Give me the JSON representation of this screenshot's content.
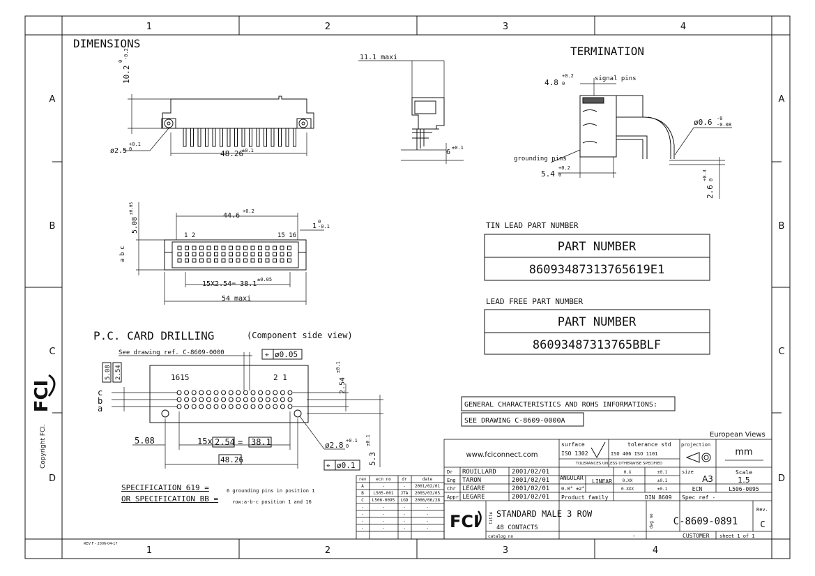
{
  "frame": {
    "col_labels": [
      "1",
      "2",
      "3",
      "4"
    ],
    "row_labels": [
      "A",
      "B",
      "C",
      "D"
    ],
    "bottom_col_labels": [
      "1",
      "2",
      "3",
      "4"
    ],
    "rev_note": "REV F - 2006-04-17",
    "copyright": "Copyright FCI."
  },
  "dimensions": {
    "title": "DIMENSIONS",
    "h1": "10.2",
    "h1_tol_up": "0",
    "h1_tol_dn": "-0.2",
    "hole_dia": "ø2.5",
    "hole_tol_up": "+0.1",
    "hole_tol_dn": "0",
    "width": "48.26",
    "width_tol": "±0.1",
    "maxi": "11.1 maxi",
    "pin_len": "6",
    "pin_tol": "±0.1",
    "top_dim": "44.6",
    "top_tol": "+0.2",
    "left_h": "5.08",
    "left_h_tol": "±0.05",
    "off1": "1",
    "off1_up": "0",
    "off1_dn": "-0.1",
    "pins_lr": "1 2",
    "pins_rr": "15 16",
    "rows_cba": [
      "c",
      "b",
      "a"
    ],
    "pitch": "15X2.54= 38.1",
    "pitch_tol": "±0.05",
    "overall": "54 maxi"
  },
  "termination": {
    "title": "TERMINATION",
    "sig_dim": "4.8",
    "sig_up": "+0.2",
    "sig_dn": "0",
    "sig_label": "signal pins",
    "dia": "ø0.6",
    "dia_up": "-0",
    "dia_dn": "-0.08",
    "gnd_label": "grounding pins",
    "gnd_dim": "5.4",
    "gnd_up": "+0.2",
    "gnd_dn": "0",
    "h": "2.6",
    "h_up": "+0.3",
    "h_dn": "0"
  },
  "tin_lead": {
    "heading": "TIN LEAD PART NUMBER",
    "label": "PART NUMBER",
    "value": "86093487313765619E1"
  },
  "lead_free": {
    "heading": "LEAD FREE PART NUMBER",
    "label": "PART NUMBER",
    "value": "86093487313765BBLF"
  },
  "drilling": {
    "title": "P.C. CARD DRILLING",
    "subtitle": "(Component side view)",
    "ref": "See drawing ref. C-8609-0000",
    "pos_tol": "ø0.05",
    "pin_lr": "1615",
    "pin_rr": "2 1",
    "box_508": "5.08",
    "box_254": "2.54",
    "rows": [
      "c",
      "b",
      "a"
    ],
    "v254": "2.54",
    "v254_tol": "±0.1",
    "left_508": "5.08",
    "count": "15x",
    "pitch_box": "2.54",
    "eq": "=",
    "total_box": "38.1",
    "hole": "ø2.8",
    "hole_up": "+0.1",
    "hole_dn": "0",
    "v53": "5.3",
    "v53_tol": "±0.1",
    "width_box": "48.26",
    "pos_tol2": "ø0.1"
  },
  "spec": {
    "l1": "SPECIFICATION 619 =",
    "l1_desc": "6 grounding pins in position 1",
    "l2": "OR SPECIFICATION BB =",
    "l2_desc": "row:a-b-c  position 1 and 16"
  },
  "general": {
    "heading": "GENERAL CHARACTERISTICS AND ROHS INFORMATIONS:",
    "see": "SEE DRAWING C-8609-0000A"
  },
  "titleblock": {
    "views": "European Views",
    "url": "www.fciconnect.com",
    "surface_lbl": "surface",
    "surface_std": "ISO 1302",
    "tol_lbl": "tolerance std",
    "tol_std": "ISO 406  ISO 1101",
    "tol_note": "TOLERANCES UNLESS OTHERWISE SPECIFIED",
    "projection_lbl": "projection",
    "unit": "mm",
    "roles": [
      "Dr",
      "Eng",
      "Chr",
      "Appr"
    ],
    "names": [
      "ROUILLARD",
      "TARON",
      "LEGARE",
      "LEGARE"
    ],
    "dates": [
      "2001/02/01",
      "2001/02/01",
      "2001/02/01",
      "2001/02/01"
    ],
    "angular": "ANGULAR",
    "ang_val": "0.0°  ±2°",
    "linear": "LINEAR",
    "lin_rows": [
      [
        "0.X",
        "±0.1"
      ],
      [
        "0.XX",
        "±0.1"
      ],
      [
        "0.XXX",
        "±0.1"
      ]
    ],
    "size_lbl": "size",
    "size": "A3",
    "scale_lbl": "Scale",
    "scale": "1.5",
    "ecn_lbl": "ECN",
    "ecn": "L506-0095",
    "product_family": "Product family",
    "din": "DIN 8609",
    "spec_ref": "Spec ref  -",
    "title_lbl": "title",
    "title1": "STANDARD MALE 3 ROW",
    "title2": "48 CONTACTS",
    "dwg_lbl": "dwg no",
    "dwg": "C-8609-0891",
    "rev_lbl": "Rev.",
    "rev": "C",
    "catalog": "catalog no",
    "dash": "-",
    "customer": "CUSTOMER",
    "sheet": "sheet  1  of  1",
    "logo": "FCI"
  },
  "revtable": {
    "headers": [
      "rev",
      "ecn no",
      "dr",
      "date"
    ],
    "rows": [
      [
        "A",
        "-",
        "-",
        "2001/02/01"
      ],
      [
        "B",
        "L505-001",
        "JTA",
        "2005/03/05"
      ],
      [
        "C",
        "L506-0095",
        "LGD",
        "2006/06/28"
      ],
      [
        "-",
        "-",
        "-",
        "-"
      ],
      [
        "-",
        "-",
        "-",
        "-"
      ],
      [
        "-",
        "-",
        "-",
        "-"
      ],
      [
        "-",
        "-",
        "-",
        "-"
      ]
    ]
  }
}
